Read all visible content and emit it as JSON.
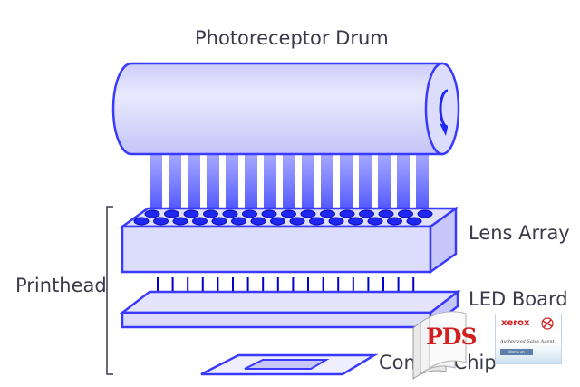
{
  "labels": {
    "drum": "Photoreceptor Drum",
    "lens_array": "Lens Array",
    "led_board": "LED Board",
    "printhead": "Printhead",
    "control_chip": "Control Chip"
  },
  "logos": {
    "pds": "PDS",
    "xerox": "xerox",
    "xerox_agent_line": "Authorized Sales Agent",
    "xerox_tier": "Platinum"
  },
  "counts": {
    "led_arrows": 18,
    "lens_rows": 2,
    "lenses_per_row": 15
  },
  "colors": {
    "outline": "#3a3aff",
    "fill": "#dcdcfd",
    "fill_light": "#ededfe",
    "beam": "#1f27f0",
    "arrow": "#0000cc",
    "label": "#3a3a4a",
    "pds_red": "#d21e1e"
  }
}
